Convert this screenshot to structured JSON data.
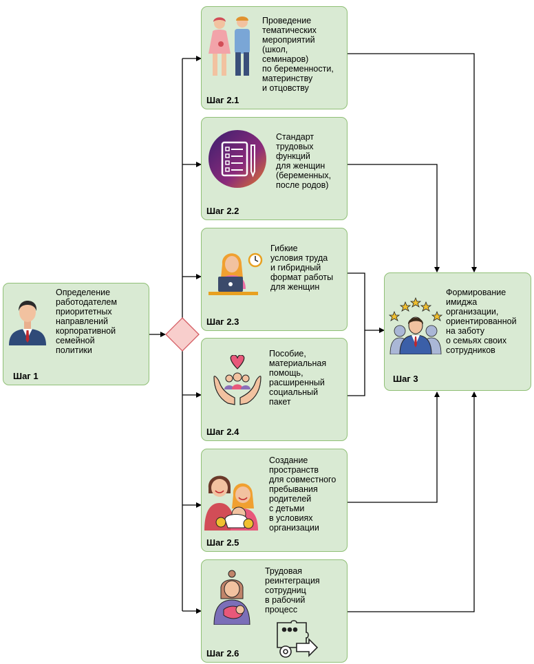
{
  "step1": {
    "label": "Шаг 1",
    "text": "Определение\nработодателем\nприоритетных\nнаправлений\nкорпоративной\nсемейной\nполитики",
    "icon": "businessman-icon"
  },
  "steps2": [
    {
      "label": "Шаг 2.1",
      "text": "Проведение\nтематических\nмероприятий\n(школ,\nсеминаров)\nпо беременности,\nматеринству\nи отцовству",
      "icon": "expecting-couple-icon"
    },
    {
      "label": "Шаг 2.2",
      "text": "Стандарт\nтрудовых\nфункций\nдля женщин\n(беременных,\nпосле родов)",
      "icon": "checklist-icon"
    },
    {
      "label": "Шаг 2.3",
      "text": "Гибкие\nусловия труда\nи гибридный\nформат работы\nдля женщин",
      "icon": "woman-laptop-icon"
    },
    {
      "label": "Шаг 2.4",
      "text": "Пособие,\nматериальная\nпомощь,\nрасширенный\nсоциальный\nпакет",
      "icon": "care-hands-icon"
    },
    {
      "label": "Шаг 2.5",
      "text": "Создание\nпространств\nдля совместного\nпребывания\nродителей\nс детьми\nв условиях\nорганизации",
      "icon": "family-icon"
    },
    {
      "label": "Шаг 2.6",
      "text": "Трудовая\nреинтеграция\nсотрудниц\nв рабочий\nпроцесс",
      "icon": "mother-baby-icon"
    }
  ],
  "step3": {
    "label": "Шаг 3",
    "text": "Формирование\nимиджа\nорганизации,\nориентированной\nна заботу\nо семьях своих\nсотрудников",
    "icon": "star-employee-icon"
  },
  "colors": {
    "box_fill": "#d9ead3",
    "box_border": "#8fbf75",
    "diamond_fill": "#f8cecc",
    "diamond_border": "#d45c63"
  }
}
